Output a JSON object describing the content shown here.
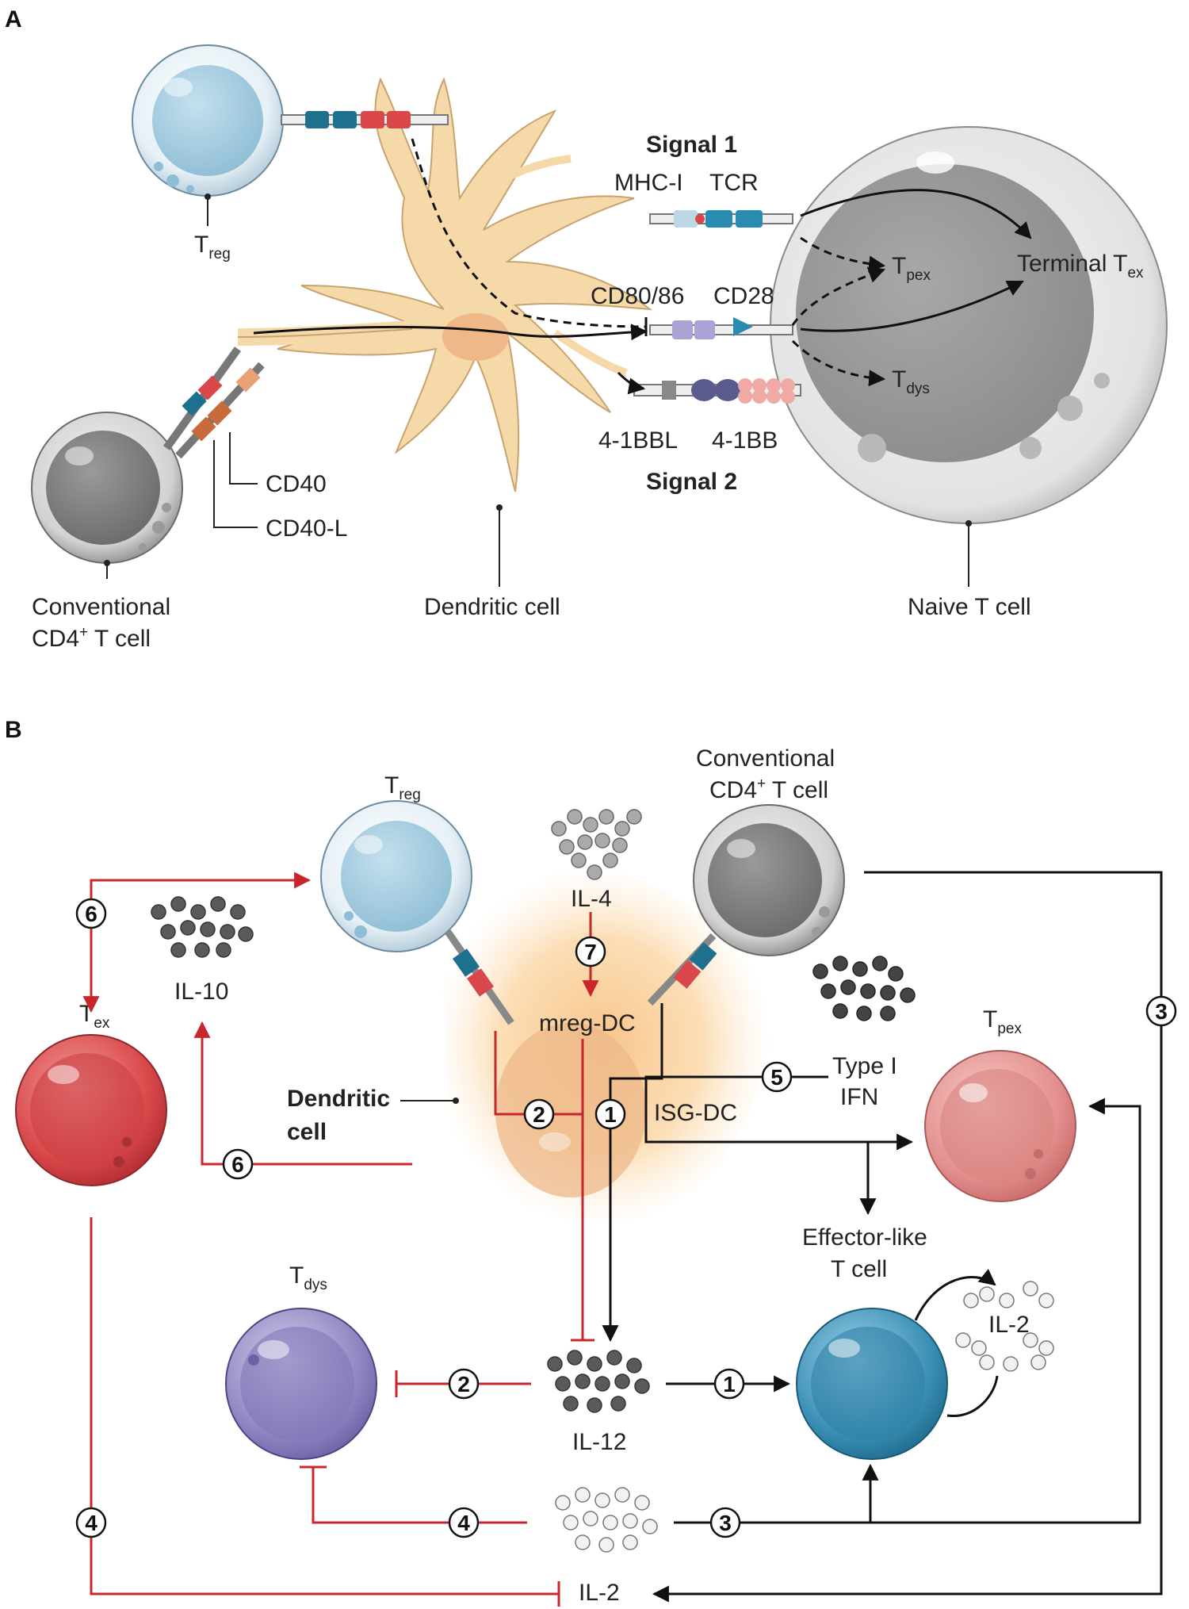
{
  "panel_a": {
    "panel_label": "A",
    "treg": {
      "main": "T",
      "sub": "reg"
    },
    "signal1": "Signal 1",
    "mhc1": "MHC-I",
    "tcr": "TCR",
    "tpex": {
      "main": "T",
      "sub": "pex"
    },
    "terminal_tex": {
      "main": "Terminal T",
      "sub": "ex"
    },
    "cd80_86": "CD80/86",
    "cd28": "CD28",
    "tdys": {
      "main": "T",
      "sub": "dys"
    },
    "ligand_41bbl": "4-1BBL",
    "receptor_41bb": "4-1BB",
    "signal2": "Signal 2",
    "cd40": "CD40",
    "cd40l": "CD40-L",
    "conv_cd4": {
      "line1": "Conventional",
      "line2_main": "CD4",
      "line2_sup": "+",
      "line2_rest": " T cell"
    },
    "dendritic_cell": "Dendritic cell",
    "naive_t_cell": "Naive T cell"
  },
  "panel_b": {
    "panel_label": "B",
    "treg": {
      "main": "T",
      "sub": "reg"
    },
    "conv_cd4": {
      "line1": "Conventional",
      "line2_main": "CD4",
      "line2_sup": "+",
      "line2_rest": " T cell"
    },
    "il4": "IL-4",
    "il10": "IL-10",
    "tex": {
      "main": "T",
      "sub": "ex"
    },
    "mreg_dc": "mreg-DC",
    "type1_ifn": {
      "line1": "Type I",
      "line2": "IFN"
    },
    "tpex": {
      "main": "T",
      "sub": "pex"
    },
    "dendritic_cell": {
      "line1": "Dendritic",
      "line2": "cell"
    },
    "isg_dc": "ISG-DC",
    "effector_like": {
      "line1": "Effector-like",
      "line2": "T cell"
    },
    "il2_effector": "IL-2",
    "tdys": {
      "main": "T",
      "sub": "dys"
    },
    "il12": "IL-12",
    "il2_bottom": "IL-2",
    "steps": {
      "s1": "1",
      "s2": "2",
      "s3": "3",
      "s4": "4",
      "s5": "5",
      "s6": "6",
      "s7": "7"
    }
  },
  "colors": {
    "inhibit_red": "#c8252c",
    "activate_black": "#111111",
    "dc_tan": "#f6d9a8",
    "treg_blue": "#a9d0e3",
    "naive_gray": "#d9d9d9",
    "tex_red": "#d9474a",
    "tdys_purple": "#8e82bd",
    "effector_blue": "#3b8fb5",
    "tpex_pink": "#e3908e"
  }
}
